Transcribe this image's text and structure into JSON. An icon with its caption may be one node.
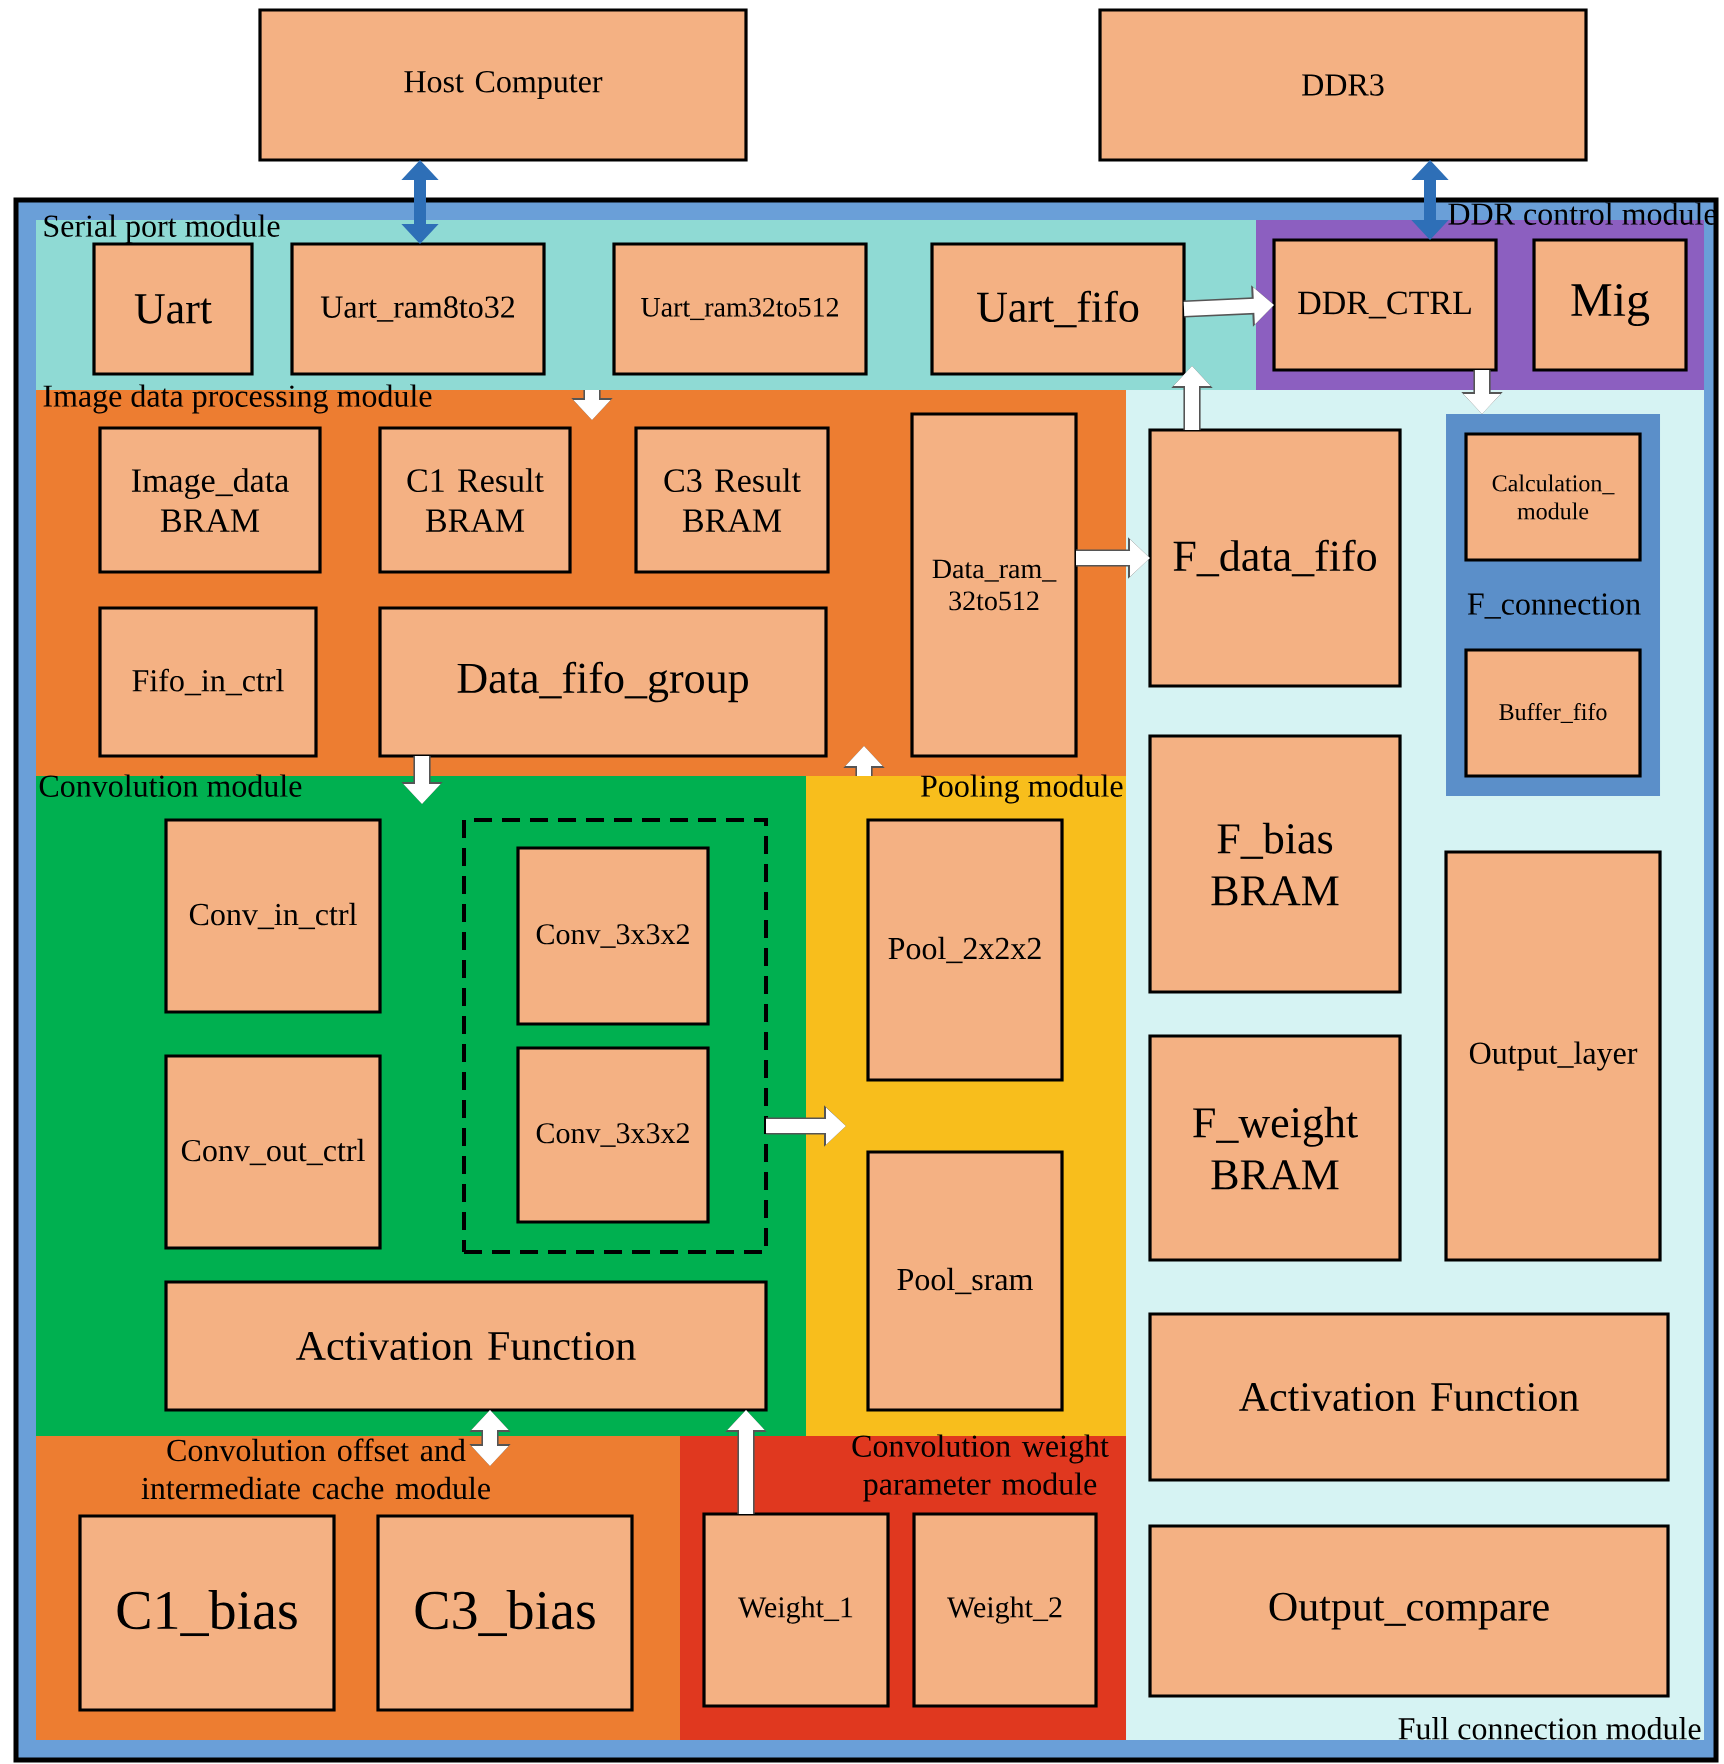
{
  "diagram": {
    "nodes": [
      {
        "text": [
          "Host Computer"
        ]
      },
      {
        "text": [
          "DDR3"
        ]
      },
      {
        "text": [],
        "shape": "box"
      },
      {
        "text": [
          "Serial port module"
        ],
        "in": 2
      },
      {
        "text": [
          "Uart"
        ],
        "in": 3
      },
      {
        "text": [
          "Uart_ram8to32"
        ],
        "in": 3
      },
      {
        "text": [
          "Uart_ram32to512"
        ],
        "in": 3
      },
      {
        "text": [
          "Uart_fifo"
        ],
        "in": 3
      },
      {
        "text": [
          "DDR control module"
        ],
        "in": 2
      },
      {
        "text": [
          "DDR_CTRL"
        ],
        "in": 8
      },
      {
        "text": [
          "Mig"
        ],
        "in": 8
      },
      {
        "text": [
          "Image data processing module"
        ],
        "in": 2
      },
      {
        "text": [
          "Image_data BRAM"
        ],
        "in": 11
      },
      {
        "text": [
          "C1 Result BRAM"
        ],
        "in": 11
      },
      {
        "text": [
          "C3 Result BRAM"
        ],
        "in": 11
      },
      {
        "text": [
          "Fifo_in_ctrl"
        ],
        "in": 11
      },
      {
        "text": [
          "Data_fifo_group"
        ],
        "in": 11
      },
      {
        "text": [
          "Data_ram_ 32to512"
        ],
        "in": 11
      },
      {
        "text": [
          "Full connection module"
        ],
        "in": 2
      },
      {
        "text": [
          "F_data_fifo"
        ],
        "in": 18
      },
      {
        "text": [
          "F_connection"
        ],
        "in": 18
      },
      {
        "text": [
          "Calculation_ module"
        ],
        "in": 20
      },
      {
        "text": [
          "Buffer_fifo"
        ],
        "in": 20
      },
      {
        "text": [
          "F_bias BRAM"
        ],
        "in": 18
      },
      {
        "text": [
          "F_weight BRAM"
        ],
        "in": 18
      },
      {
        "text": [
          "Output_layer"
        ],
        "in": 18
      },
      {
        "text": [
          "Activation Function"
        ],
        "in": 18
      },
      {
        "text": [
          "Output_compare"
        ],
        "in": 18
      },
      {
        "text": [
          "Convolution module"
        ],
        "in": 2
      },
      {
        "text": [
          "Conv_in_ctrl"
        ],
        "in": 28
      },
      {
        "text": [
          "Conv_out_ctrl"
        ],
        "in": 28
      },
      {
        "text": [],
        "shape": "box",
        "in": 28
      },
      {
        "text": [
          "Conv_3x3x2"
        ],
        "in": 31
      },
      {
        "text": [
          "Conv_3x3x2"
        ],
        "in": 31
      },
      {
        "text": [
          "Activation Function"
        ],
        "in": 28
      },
      {
        "text": [
          "Pooling module"
        ],
        "in": 2
      },
      {
        "text": [
          "Pool_2x2x2"
        ],
        "in": 35
      },
      {
        "text": [
          "Pool_sram"
        ],
        "in": 35
      },
      {
        "text": [
          "Convolution offset and intermediate cache module"
        ],
        "in": 2
      },
      {
        "text": [
          "C1_bias"
        ],
        "in": 38
      },
      {
        "text": [
          "C3_bias"
        ],
        "in": 38
      },
      {
        "text": [
          "Convolution weight parameter module"
        ],
        "in": 2
      },
      {
        "text": [
          "Weight_1"
        ],
        "in": 41
      },
      {
        "text": [
          "Weight_2"
        ],
        "in": 41
      }
    ],
    "edges": [
      {
        "from": 0,
        "to": 5,
        "arrow": "both",
        "color": "#2e6fb7"
      },
      {
        "from": 1,
        "to": 9,
        "arrow": "both",
        "color": "#2e6fb7"
      },
      {
        "from": 3,
        "to": 11,
        "arrow": "to"
      },
      {
        "from": 7,
        "to": 9,
        "arrow": "to"
      },
      {
        "from": 19,
        "to": 3,
        "arrow": "to"
      },
      {
        "from": 9,
        "to": 20,
        "arrow": "to"
      },
      {
        "from": 17,
        "to": 19,
        "arrow": "to"
      },
      {
        "from": 16,
        "to": 28,
        "arrow": "to"
      },
      {
        "from": 35,
        "to": 11,
        "arrow": "to"
      },
      {
        "from": 31,
        "to": 35,
        "arrow": "to"
      },
      {
        "from": 34,
        "to": 38,
        "arrow": "both"
      },
      {
        "from": 42,
        "to": 34,
        "arrow": "to"
      }
    ]
  }
}
